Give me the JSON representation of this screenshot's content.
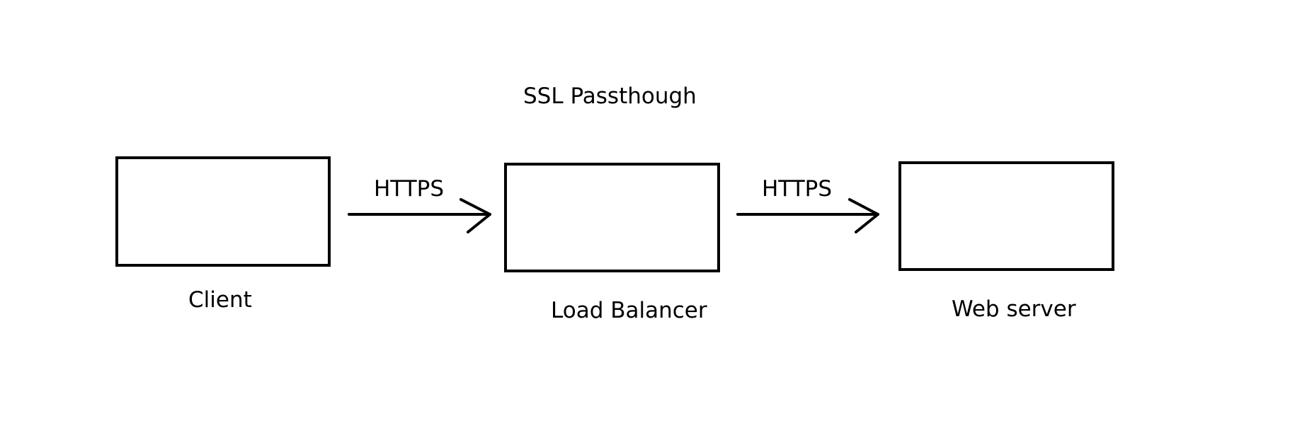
{
  "diagram": {
    "title": "SSL Passthough",
    "nodes": [
      {
        "id": "client",
        "label": "Client"
      },
      {
        "id": "load_balancer",
        "label": "Load Balancer"
      },
      {
        "id": "web_server",
        "label": "Web server"
      }
    ],
    "edges": [
      {
        "from": "client",
        "to": "load_balancer",
        "label": "HTTPS"
      },
      {
        "from": "load_balancer",
        "to": "web_server",
        "label": "HTTPS"
      }
    ]
  }
}
